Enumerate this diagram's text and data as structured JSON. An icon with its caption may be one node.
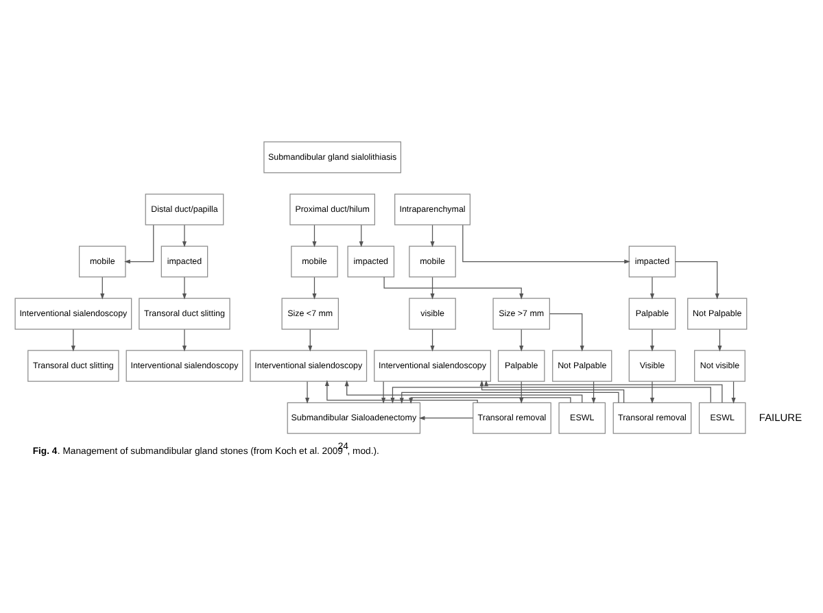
{
  "diagram": {
    "caption": "**Fig. 4**. Management of submandibular gland stones (from Koch et al. 2009$^{24}$, mod.).",
    "nodes": [
      {
        "text": [
          "Submandibular gland sialolithiasis"
        ]
      },
      {
        "text": [
          "Distal duct/papilla"
        ]
      },
      {
        "text": [
          "Proximal duct/hilum"
        ]
      },
      {
        "text": [
          "Intraparenchymal"
        ]
      },
      {
        "text": [
          "mobile"
        ]
      },
      {
        "text": [
          "impacted"
        ]
      },
      {
        "text": [
          "mobile"
        ]
      },
      {
        "text": [
          "impacted"
        ]
      },
      {
        "text": [
          "mobile"
        ]
      },
      {
        "text": [
          "impacted"
        ]
      },
      {
        "text": [
          "Interventional sialendoscopy"
        ]
      },
      {
        "text": [
          "Transoral duct slitting"
        ]
      },
      {
        "text": [
          "Size <7 mm"
        ]
      },
      {
        "text": [
          "Size >7 mm"
        ]
      },
      {
        "text": [
          "visible"
        ]
      },
      {
        "text": [
          "Palpable"
        ]
      },
      {
        "text": [
          "Not Palpable"
        ]
      },
      {
        "text": [
          "Transoral duct slitting"
        ]
      },
      {
        "text": [
          "Interventional sialendoscopy"
        ]
      },
      {
        "text": [
          "Interventional sialendoscopy"
        ]
      },
      {
        "text": [
          "Palpable"
        ]
      },
      {
        "text": [
          "Not Palpable"
        ]
      },
      {
        "text": [
          "Interventional sialendoscopy"
        ]
      },
      {
        "text": [
          "Visible"
        ]
      },
      {
        "text": [
          "Not visible"
        ]
      },
      {
        "text": [
          "Transoral removal"
        ]
      },
      {
        "text": [
          "ESWL"
        ]
      },
      {
        "text": [
          "Transoral removal"
        ]
      },
      {
        "text": [
          "ESWL"
        ]
      },
      {
        "text": [
          "Submandibular Sialoadenectomy"
        ]
      }
    ],
    "edges": [
      {
        "from": 1,
        "to": 4,
        "arrow": "to"
      },
      {
        "from": 1,
        "to": 5,
        "arrow": "to"
      },
      {
        "from": 2,
        "to": 6,
        "arrow": "to"
      },
      {
        "from": 2,
        "to": 7,
        "arrow": "to"
      },
      {
        "from": 3,
        "to": 8,
        "arrow": "to"
      },
      {
        "from": 3,
        "to": 9,
        "arrow": "to"
      },
      {
        "from": 4,
        "to": 10,
        "arrow": "to"
      },
      {
        "from": 5,
        "to": 11,
        "arrow": "to"
      },
      {
        "from": 6,
        "to": 12,
        "arrow": "to"
      },
      {
        "from": 7,
        "to": 13,
        "arrow": "to"
      },
      {
        "from": 8,
        "to": 14,
        "arrow": "to"
      },
      {
        "from": 9,
        "to": 15,
        "arrow": "to"
      },
      {
        "from": 9,
        "to": 16,
        "arrow": "to"
      },
      {
        "from": 10,
        "to": 17,
        "arrow": "to"
      },
      {
        "from": 11,
        "to": 18,
        "arrow": "to"
      },
      {
        "from": 12,
        "to": 19,
        "arrow": "to"
      },
      {
        "from": 13,
        "to": 20,
        "arrow": "to"
      },
      {
        "from": 13,
        "to": 21,
        "arrow": "to"
      },
      {
        "from": 14,
        "to": 22,
        "arrow": "to"
      },
      {
        "from": 15,
        "to": 23,
        "arrow": "to"
      },
      {
        "from": 16,
        "to": 24,
        "arrow": "to"
      },
      {
        "from": 20,
        "to": 25,
        "arrow": "to"
      },
      {
        "from": 21,
        "to": 26,
        "arrow": "to"
      },
      {
        "from": 23,
        "to": 27,
        "arrow": "to"
      },
      {
        "from": 24,
        "to": 28,
        "arrow": "to"
      },
      {
        "from": 19,
        "to": 29,
        "arrow": "to"
      },
      {
        "from": 25,
        "to": 29,
        "arrow": "to"
      },
      {
        "from": 26,
        "to": 29,
        "arrow": "to"
      },
      {
        "from": 22,
        "to": 29,
        "arrow": "to"
      },
      {
        "from": 27,
        "to": 29,
        "arrow": "to"
      },
      {
        "from": 28,
        "to": 29,
        "arrow": "to"
      },
      {
        "from": 25,
        "to": 19,
        "arrow": "to"
      },
      {
        "from": 26,
        "to": 19,
        "arrow": "to"
      },
      {
        "from": 27,
        "to": 22,
        "arrow": "to"
      },
      {
        "from": 28,
        "to": 22,
        "arrow": "to"
      }
    ],
    "labels": [
      "FAILURE"
    ]
  }
}
